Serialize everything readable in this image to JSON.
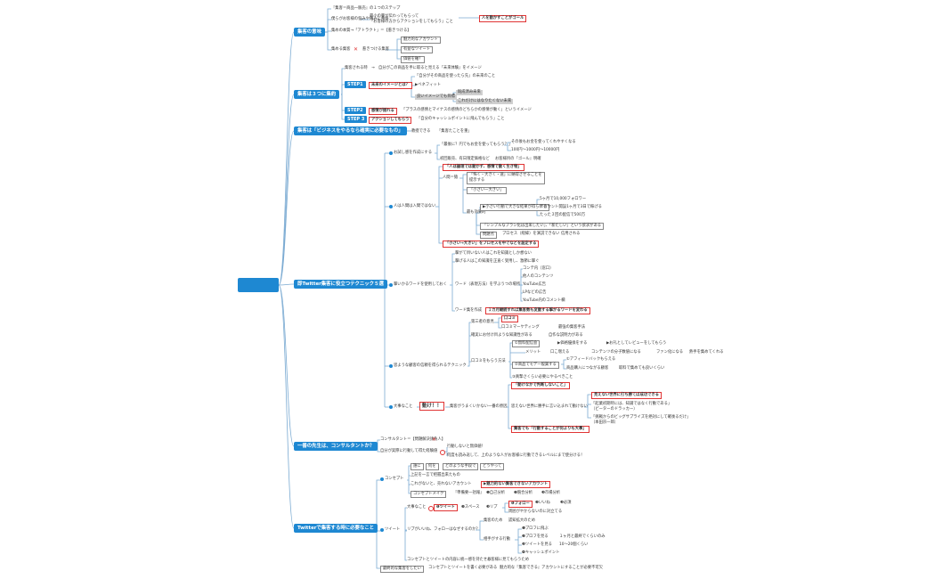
{
  "colors": {
    "hub": "#1e88d2",
    "line": "#7aaad2",
    "accent_red": "#e03434",
    "gray_box": "#cfcfcf"
  },
  "root": {
    "label": ""
  },
  "hubs": [
    {
      "id": "h1",
      "label": "集客の意味"
    },
    {
      "id": "h2",
      "label": "集客は３つに集約"
    },
    {
      "id": "h3",
      "label": "集客は「ビジネスをやるなら確実に必要なもの」"
    },
    {
      "id": "h4",
      "label": "即Twitter集客に役立つテクニック５選"
    },
    {
      "id": "h5",
      "label": "一番の先生は、コンサルタントか？"
    },
    {
      "id": "h6",
      "label": "Twitterで集客する時に必要なこと"
    }
  ],
  "nodes": {
    "n1": "『集客＝商品一販売』の１つのステップ",
    "n2": "僕らがお客様の悩みや痛みに共感",
    "n3": "最小の量が伝わってもらって\n「お客様の方からアクションをしてもらう」こと",
    "n4": "人を動かすことがゴール",
    "n5": "集めの本質→「アトラクト」＝【惹きつける】",
    "n6": "集める集客",
    "n7": "惹きつける集客",
    "n8": "魅力的なアカウント",
    "n9": "有益なツイート",
    "n10": "価値を軸？",
    "s1": "集客される時　→　自分がこの商品を手に取ると見える『未来体験』をイメージ",
    "step1": "STEP1",
    "s2": "未来のイメージとは？",
    "s3": "「自分がその商品を使ったら先」の未来のこと",
    "s4": "▶ベネフィット",
    "s5": "良いイメージでも目標",
    "s6": "既成済み未来",
    "s7": "これだけにはなりたくない未来",
    "step2": "STEP2",
    "s8": "感情が揺れる",
    "s9": "「プラスの感情とマイナスの感情のどちらかの感情が動く」というイメージ",
    "step3": "STEP 3",
    "s10": "アクションしてもらう",
    "s11": "「自分のキャッシュポイントに飛んでもらう」こと",
    "h3a": "教授できる",
    "h3b": "「集客たことを重」",
    "t1": "お試し感を作成にする",
    "t1a": "「最後に？円でもお金を使ってもらう？」",
    "t1b": "その後もお金を使ってくれやすくなる",
    "t1c": "100円〜1000円〜10000円",
    "t1d": "初回販売、有日限定価格など",
    "t1e": "お客様目の『ゴール』明確",
    "t2": "人は人間は入間ではない",
    "t2a": "「人は論理では動かず、感情で動く生き物」",
    "t2b": "人間＝猿",
    "t2c": "「怖く・大きく・速」に納得させることを提示する",
    "t2d": "「小さい一大きい」",
    "t2e": "最も効果的",
    "t2f": "▶小さい行動で大きな結果が得られる",
    "t2g": "5ヶ月で10,000フォロワー",
    "t2h": "アカウント開設1ヶ月で3日で稼げる",
    "t2i": "たった３回の配信で500万",
    "t2j": "「シンプルなプラン化は出来したい」、「新たしい」という欲求がある",
    "t2k": "問題点",
    "t2l": "プロセス（経緯）を演説できない",
    "t2m": "信用される",
    "t2n": "「小さい→大きい」をプロセスを中でなどを設定する",
    "t3": "撃いかるワードを使用しておく",
    "t3a": "撃がて目いない人はこれを知識としか想ない",
    "t3b": "撃げる人はこの知識を正直く受用し、激節に撃ぐ",
    "t3c": "ワード（表現方法）を学ぶうつの場所",
    "t3d": "コンテ内（窓口）",
    "t3e": "他人のコンテンツ",
    "t3f": "YouTube広告",
    "t3g": "LPなどの広告",
    "t3h": "YouTube内のコメント欄",
    "t3i": "ワード集を作成",
    "t3j": "１カ月継続すれば集客数も変動する撃がるワードを変わる",
    "t4": "思ような顧客の信頼を得られるテクニック",
    "t4a": "第三者の意見",
    "t4b": "口コミ",
    "t4c": "口コミマーケティング",
    "t4d": "最強の集客手法",
    "t4e": "確実にお付け目ような知識性がある",
    "t4f": "自作な説明力がある",
    "t4g": "口コミをもらう方法",
    "t4h": "①無料配信会",
    "t4i": "▶価格優換をする",
    "t4j": "▶お礼としてレビューをしてもらう",
    "t4k": "メリット",
    "t4l": "口こ増える",
    "t4m": "コンテンツの分子数値になる",
    "t4n": "ファン化になる",
    "t4o": "熱手を集めてくれる",
    "t4p": "②商品でモデ一般貰する",
    "t4q": "①アフィードバックもらえる",
    "t4r": "商品購入につながる顧客",
    "t4s": "取料で集めても良いくらい",
    "t4t": "③真摯さくらい必要にやるべきこと",
    "t5": "大事なこと",
    "t5a": "動け！！",
    "t5b": "集客がうまくいかない一番の原因",
    "t5c": "「動けなかで判断しないこと」",
    "t5d": "思えない世界に勝手に言い込まれて動けない",
    "t5e": "見えない世界に打ち勝てば成功できる",
    "t5f": "「起業初期時には、知識ではなく行動である」\n（ピーターのドラッカー）",
    "t5g": "「挑戦からのビッグサプライズを絶対にして確後るだけ」\n（本田宗一郎）",
    "t5h": "集客でも「行動することが何よりも大事」",
    "c1": "コンサルタント＝【問題解決請負人】",
    "c2": "自分が実際に行動して得た経験値",
    "c3": "行動しないと無価値！",
    "c4": "何度も読み返して、上のような人がお客様に行動できるレベルにまで使分ける！",
    "w1": "コンセプト",
    "w1a": "誰に",
    "w1b": "何を",
    "w1c": "どのような手段で",
    "w1d": "どうやって",
    "w1e": "上記を一言で把握出来たもの",
    "w1f": "これがないと、売れないアカウント",
    "w1g": "▶魅力的ない集客できないアカウント",
    "w1h": "コンセプトメイク",
    "w1i": "『準備要一括報』",
    "w1j": "❶自己分析",
    "w1k": "❷競合分析",
    "w1l": "❸市場分析",
    "w2": "ツイート",
    "w2a": "大事なこと",
    "w2b": "❶ツイート",
    "w2c": "❷スペース",
    "w2d": "❸リプ",
    "w2e": "❶フォロー",
    "w2f": "❷いいね",
    "w2g": "❸必須",
    "w2h": "周囲がやからないのに対立てる",
    "w2i": "リプがいいね、フォローはなぜするのか？",
    "w2j": "集客のため",
    "w2k": "認知拡大のため",
    "w2l": "相手がする行動",
    "w2m": "❶プロフに飛ぶ",
    "w2n": "❷プロフを見る",
    "w2o": "１ヶ月と最終でくらいのみ",
    "w2p": "❸ツイートを見る",
    "w2q": "10〜20個くらい",
    "w2r": "❹キャッシュポイント",
    "w2s": "コンセプトとツイートの内容に統一感を持たせる",
    "w2t": "お客様に見てもらうため",
    "w3": "最終的な集客をしたい",
    "w3a": "コンセプトとツイートを書く必要がある",
    "w3b": "魅力的な『集客できる』アカウントにすることが必要不可欠"
  }
}
